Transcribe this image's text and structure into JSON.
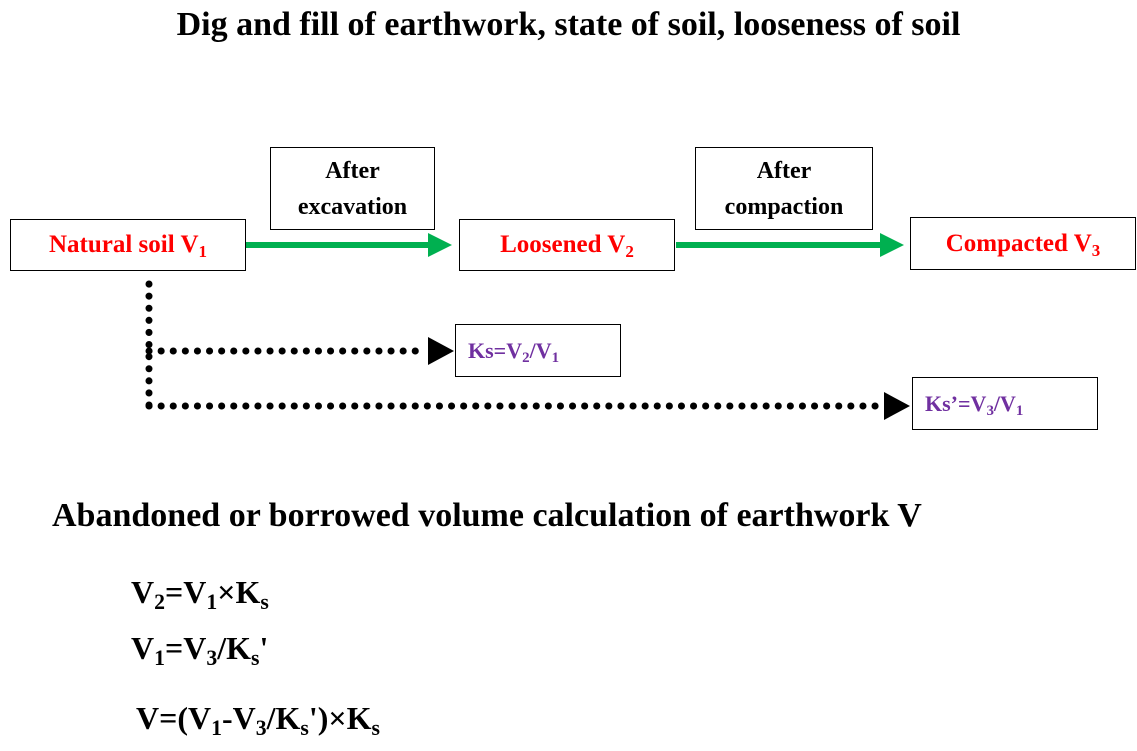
{
  "title": "Dig and fill of earthwork, state of soil, looseness of soil",
  "nodes": {
    "natural": {
      "text": "Natural soil V",
      "sub": "1"
    },
    "loosened": {
      "text": "Loosened V",
      "sub": "2"
    },
    "compacted": {
      "text": "Compacted V",
      "sub": "3"
    }
  },
  "labels": {
    "excavation": {
      "line1": "After",
      "line2": "excavation"
    },
    "compaction": {
      "line1": "After",
      "line2": "compaction"
    }
  },
  "ratios": {
    "ks": {
      "a": "Ks=V",
      "a_sub": "2",
      "b": "/V",
      "b_sub": "1"
    },
    "ks_prime": {
      "a": "Ks’=V",
      "a_sub": "3",
      "b": "/V",
      "b_sub": "1"
    }
  },
  "subtitle": "Abandoned or borrowed volume calculation of earthwork V",
  "formulas": {
    "f1": {
      "p1": "V",
      "s1": "2",
      "p2": "=V",
      "s2": "1",
      "p3": "×K",
      "s3": "s",
      "p4": ""
    },
    "f2": {
      "p1": "V",
      "s1": "1",
      "p2": "=V",
      "s2": "3",
      "p3": "/K",
      "s3": "s",
      "p4": "'"
    },
    "f3": {
      "p1": "V=(V",
      "s1": "1",
      "p2": "-V",
      "s2": "3",
      "p3": "/K",
      "s3": "s",
      "p4": "')×K",
      "s4": "s"
    }
  },
  "colors": {
    "node_text": "#ff0000",
    "ratio_text": "#7030a0",
    "flow_arrow": "#00b050",
    "dotted_arrow": "#000000"
  }
}
